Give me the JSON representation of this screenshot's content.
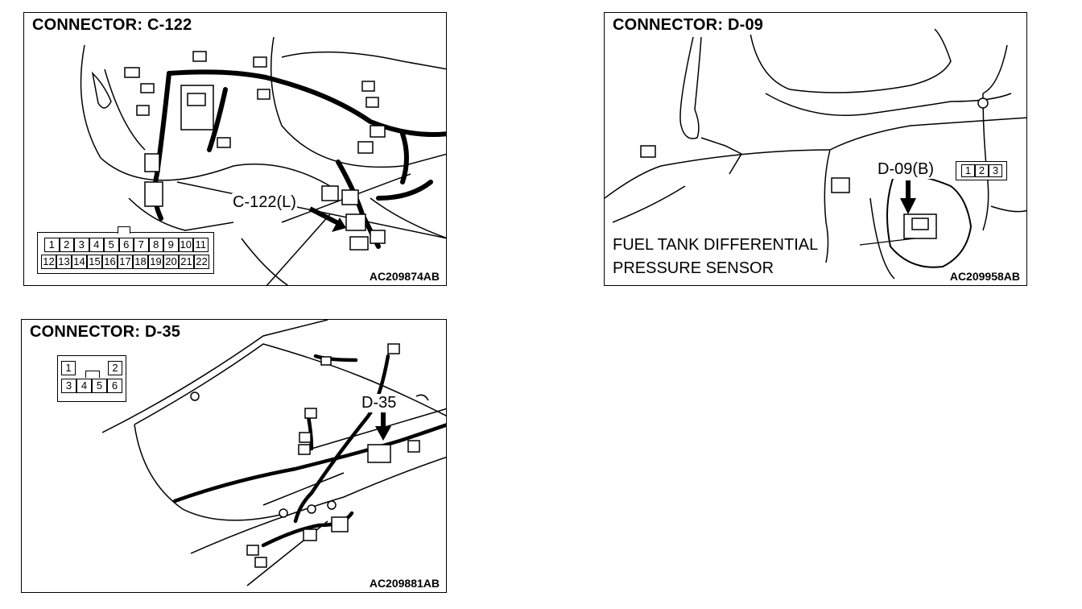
{
  "panels": {
    "c122": {
      "title": "CONNECTOR: C-122",
      "callout": "C-122(L)",
      "figure_code": "AC209874AB",
      "pins_top": [
        "1",
        "2",
        "3",
        "4",
        "5",
        "6",
        "7",
        "8",
        "9",
        "10",
        "11"
      ],
      "pins_bottom": [
        "12",
        "13",
        "14",
        "15",
        "16",
        "17",
        "18",
        "19",
        "20",
        "21",
        "22"
      ]
    },
    "d09": {
      "title": "CONNECTOR: D-09",
      "callout": "D-09(B)",
      "pins": [
        "1",
        "2",
        "3"
      ],
      "description_line1": "FUEL TANK DIFFERENTIAL",
      "description_line2": "PRESSURE SENSOR",
      "figure_code": "AC209958AB"
    },
    "d35": {
      "title": "CONNECTOR: D-35",
      "callout": "D-35",
      "figure_code": "AC209881AB",
      "pins_top": [
        "1",
        "2"
      ],
      "pins_bottom": [
        "3",
        "4",
        "5",
        "6"
      ]
    }
  }
}
